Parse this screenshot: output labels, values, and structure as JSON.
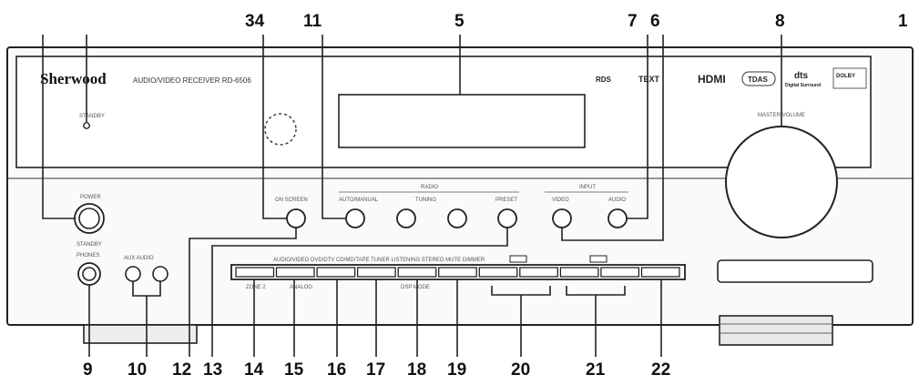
{
  "panel": {
    "brand": "Sherwood",
    "model_text": "AUDIO/VIDEO RECEIVER RD-6506",
    "logos": {
      "rds": "RDS",
      "teletext": "TEXT",
      "hdmi": "HDMI",
      "tdas": "TDAS",
      "dts": "dts",
      "dts_sub": "Digital Surround",
      "dolby": "DOLBY"
    },
    "labels": {
      "standby": "STANDBY",
      "power": "POWER",
      "power_sub": "STANDBY",
      "phones": "PHONES",
      "aux": "AUX AUDIO",
      "on_screen": "ON SCREEN",
      "auto_manual": "AUTO/MANUAL",
      "radio": "RADIO",
      "tuning": "TUNING",
      "preset": "PRESET",
      "input": "INPUT",
      "audio": "AUDIO",
      "video": "VIDEO",
      "master_volume": "MASTER VOLUME",
      "strip": "AUDIO/VIDEO  DVD/DTV  CD/MD/TAPE  TUNER  LISTENING  STEREO  MUTE  DIMMER",
      "zone": "ZONE 2",
      "analog": "ANALOG",
      "dsp_mode": "DSP MODE"
    }
  },
  "callouts": {
    "c1": "1",
    "c34": "34",
    "c11": "11",
    "c5": "5",
    "c7": "7",
    "c6": "6",
    "c8": "8",
    "c9": "9",
    "c10": "10",
    "c12": "12",
    "c13": "13",
    "c14": "14",
    "c15": "15",
    "c16": "16",
    "c17": "17",
    "c18": "18",
    "c19": "19",
    "c20": "20",
    "c21": "21",
    "c22": "22"
  }
}
